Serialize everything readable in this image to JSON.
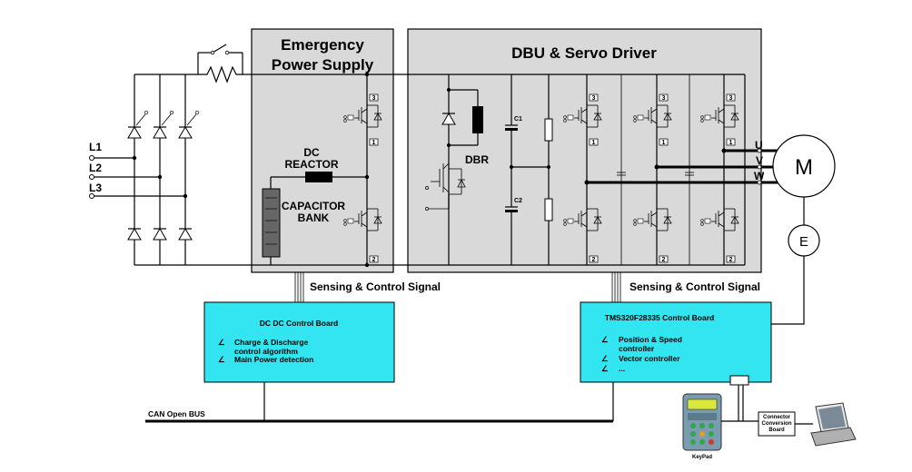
{
  "emergency": {
    "title_line1": "Emergency",
    "title_line2": "Power Supply",
    "dc_reactor_1": "DC",
    "dc_reactor_2": "REACTOR",
    "cap_bank_1": "CAPACITOR",
    "cap_bank_2": "BANK"
  },
  "dbu": {
    "title": "DBU & Servo Driver",
    "dbr": "DBR",
    "c1": "C1",
    "c2": "C2"
  },
  "inputs": [
    "L1",
    "L2",
    "L3"
  ],
  "outputs": [
    "U",
    "V",
    "W"
  ],
  "motor": {
    "label": "M"
  },
  "encoder": {
    "label": "E"
  },
  "sensing_left": "Sensing & Control Signal",
  "sensing_right": "Sensing & Control Signal",
  "dcdc_board": {
    "title": "DC DC Control Board",
    "items": [
      "Charge & Discharge",
      "control algorithm",
      "Main Power detection"
    ]
  },
  "tms_board": {
    "title": "TMS320F28335 Control Board",
    "items": [
      "Position & Speed",
      "controller",
      "Vector controller",
      "..."
    ]
  },
  "can_bus": "CAN Open BUS",
  "keypad": {
    "label": "KeyPad"
  },
  "converter": {
    "line1": "Connector",
    "line2": "Conversion",
    "line3": "Board"
  },
  "switch_numbers": {
    "top": "3",
    "mid": "1",
    "bottom": "2"
  },
  "colors": {
    "panel": "#d9d9d9",
    "board": "#33e5f0",
    "keypad": "#7a9bb0",
    "laptop": "#b0b0b0"
  }
}
